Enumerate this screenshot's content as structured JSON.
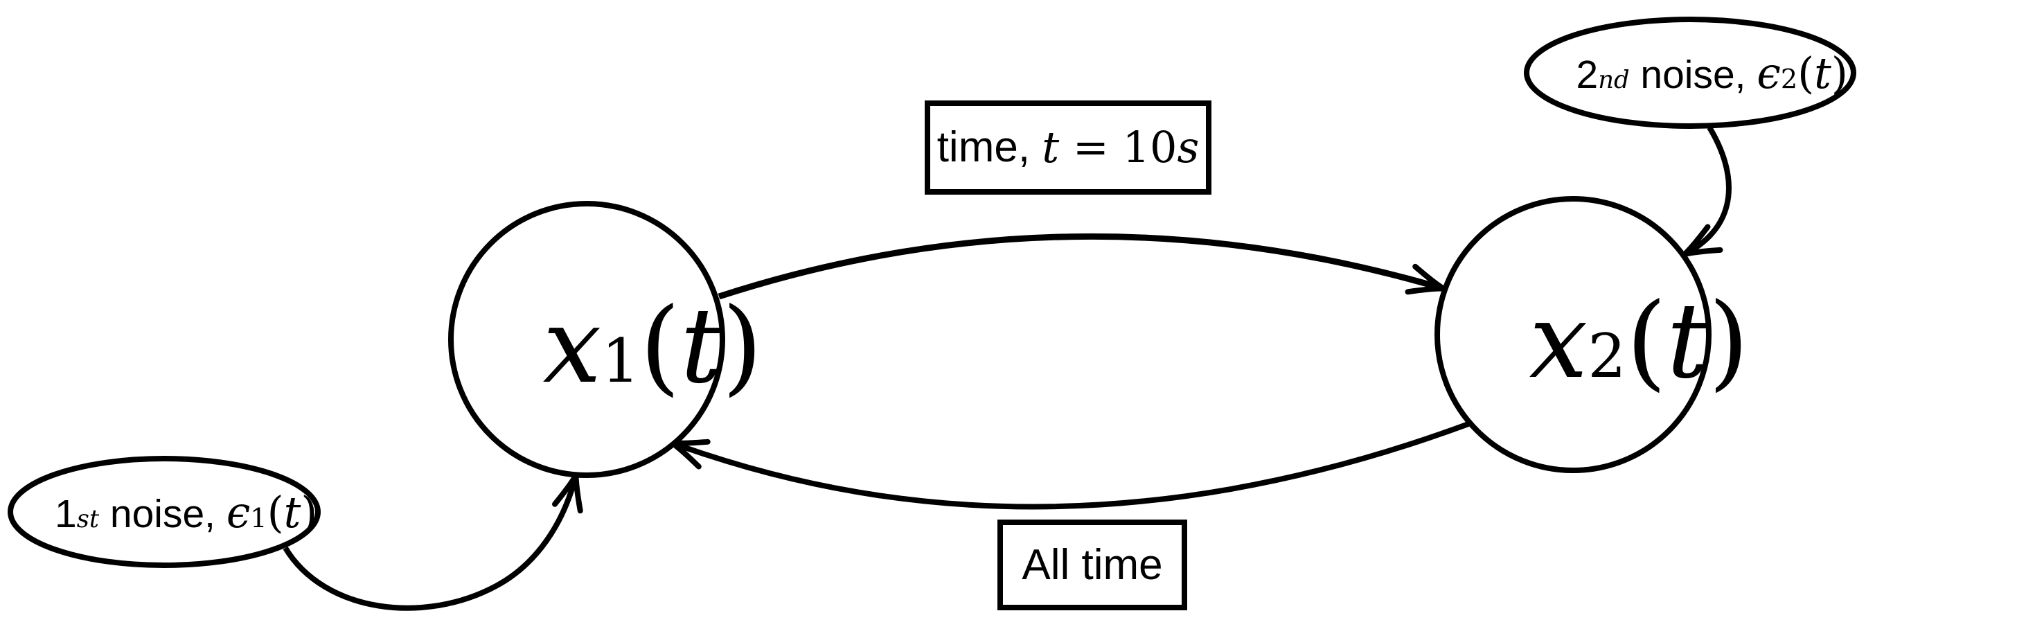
{
  "diagram": {
    "background_color": "#ffffff",
    "ink_color": "#000000",
    "nodes": [
      {
        "id": "x1",
        "var": "x",
        "sub": "1",
        "open": "(",
        "arg": "t",
        "close": ")"
      },
      {
        "id": "x2",
        "var": "x",
        "sub": "2",
        "open": "(",
        "arg": "t",
        "close": ")"
      }
    ],
    "edge_labels": {
      "forward": {
        "prefix": "time, ",
        "var": "t",
        "relation": " = ",
        "value": "10",
        "unit": "s"
      },
      "backward": {
        "text": "All time"
      }
    },
    "noise_sources": [
      {
        "ordinal": "1",
        "ordinal_suffix": "st",
        "word": " noise, ",
        "symbol": "ϵ",
        "sub": "1",
        "open": "(",
        "arg": "t",
        "close": ")"
      },
      {
        "ordinal": "2",
        "ordinal_suffix": "nd",
        "word": " noise, ",
        "symbol": "ϵ",
        "sub": "2",
        "open": "(",
        "arg": "t",
        "close": ")"
      }
    ]
  }
}
